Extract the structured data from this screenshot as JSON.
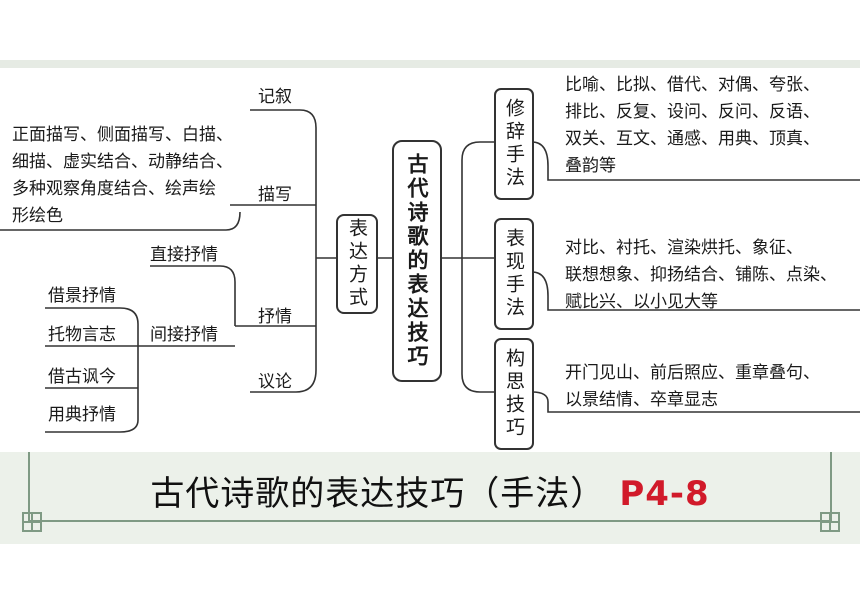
{
  "central": "古代诗歌的表达技巧",
  "branch": "表达方式",
  "methods": [
    {
      "label": "记叙"
    },
    {
      "label": "描写",
      "detail": [
        "正面描写、侧面描写、白描、",
        "细描、虚实结合、动静结合、",
        "多种观察角度结合、绘声绘",
        "形绘色"
      ]
    },
    {
      "label": "抒情",
      "sub": [
        {
          "label": "直接抒情"
        },
        {
          "label": "间接抒情",
          "items": [
            "借景抒情",
            "托物言志",
            "借古讽今",
            "用典抒情"
          ]
        }
      ]
    },
    {
      "label": "议论"
    }
  ],
  "techniques": [
    {
      "label": "修辞手法",
      "detail": [
        "比喻、比拟、借代、对偶、夸张、",
        "排比、反复、设问、反问、反语、",
        "双关、互文、通感、用典、顶真、",
        "叠韵等"
      ]
    },
    {
      "label": "表现手法",
      "detail": [
        "对比、衬托、渲染烘托、象征、",
        "联想想象、抑扬结合、铺陈、点染、",
        "赋比兴、以小见大等"
      ]
    },
    {
      "label": "构思技巧",
      "detail": [
        "开门见山、前后照应、重章叠句、",
        "以景结情、卒章显志"
      ]
    }
  ],
  "footer": {
    "title": "古代诗歌的表达技巧（手法）",
    "code": "P4-8"
  }
}
